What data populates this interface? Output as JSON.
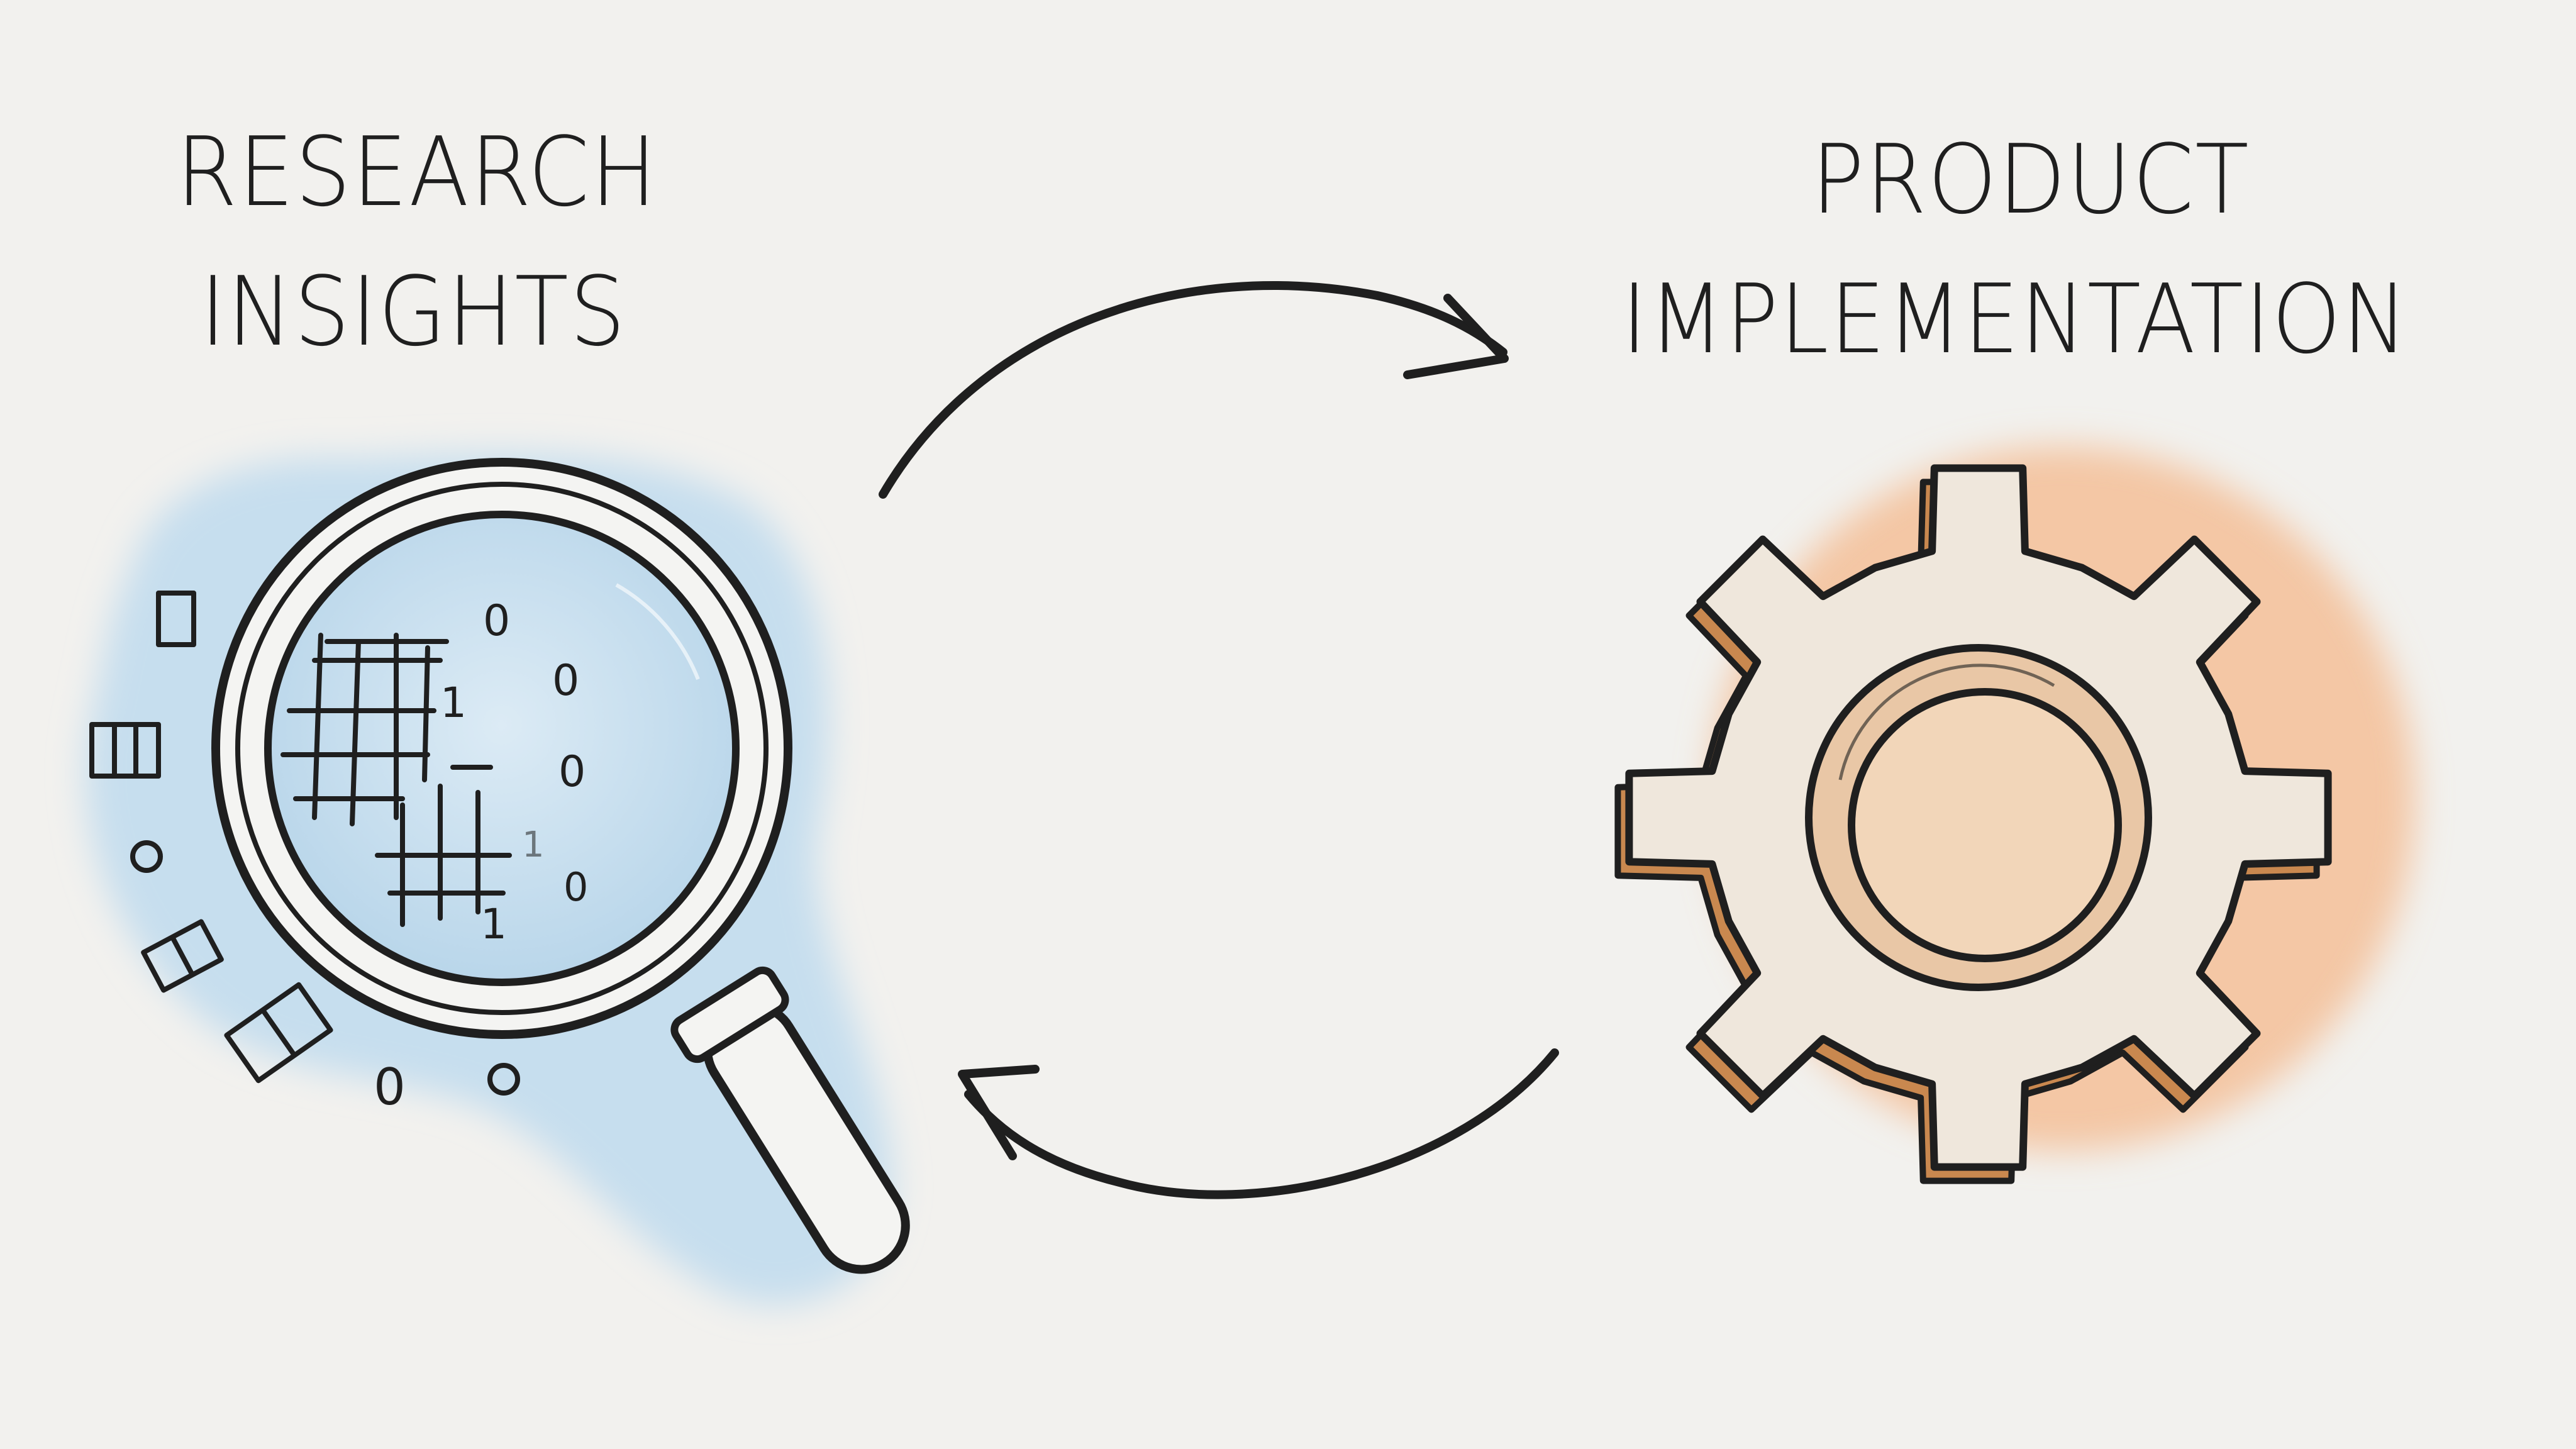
{
  "titles": {
    "research_line1": "RESEARCH",
    "research_line2": "INSIGHTS",
    "product_line1": "PRODUCT",
    "product_line2": "IMPLEMENTATION"
  },
  "lens_digits": {
    "d1": "0",
    "d2": "1",
    "d3": "0",
    "d4": "0",
    "d5": "1",
    "d6": "0",
    "d7": "1"
  },
  "outside_digits": {
    "o1": "0"
  },
  "colors": {
    "background": "#f2f1ee",
    "ink": "#1f1f1f",
    "research_wash": "#bcd9ee",
    "product_wash": "#f4b88c",
    "gear_fill": "#efe7dc"
  },
  "icons": {
    "research": "magnifying-glass-icon",
    "product": "gear-icon",
    "forward_arrow": "arrow-curved-right-icon",
    "back_arrow": "arrow-curved-left-icon"
  }
}
